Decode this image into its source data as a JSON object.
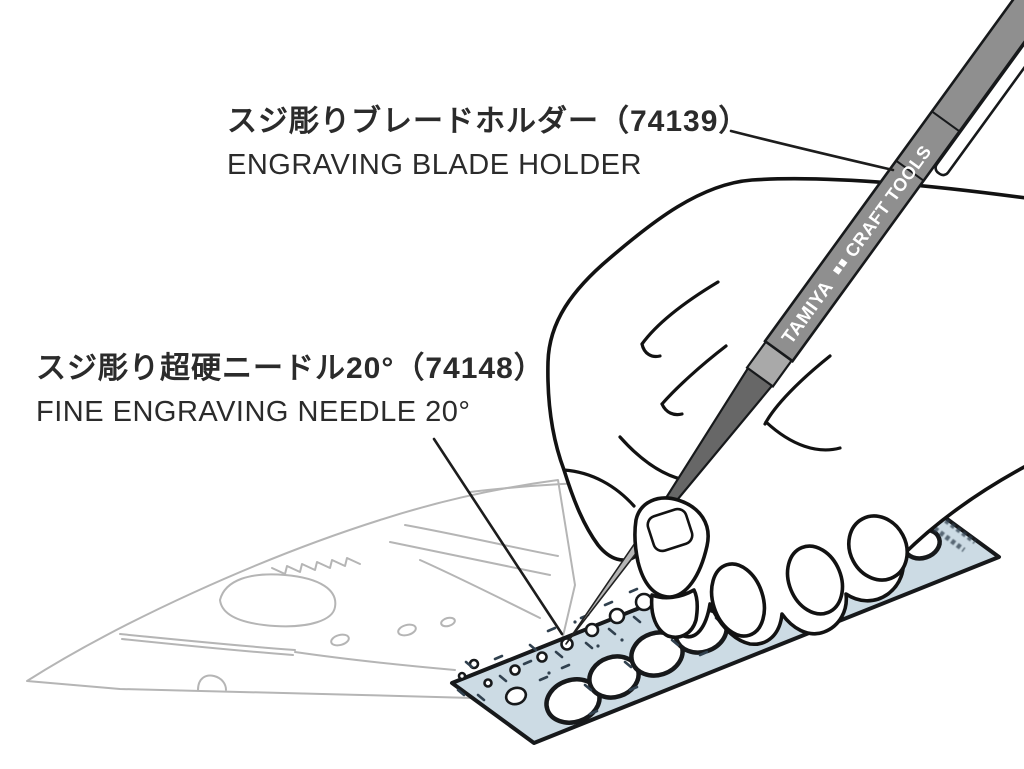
{
  "figure": {
    "type": "instruction-illustration",
    "callouts": [
      {
        "jp": "スジ彫りブレードホルダー（74139）",
        "en": "ENGRAVING BLADE HOLDER"
      },
      {
        "jp": "スジ彫り超硬ニードル20°（74148）",
        "en": "FINE ENGRAVING NEEDLE 20°"
      }
    ],
    "pen": {
      "brand": "TAMIYA",
      "product_line": "CRAFT TOOLS"
    },
    "colors": {
      "background": "#ffffff",
      "label_text": "#2b2b2b",
      "leader_line": "#1d1d1d",
      "hand_line": "#121212",
      "sketch_line": "#b5b5b5",
      "template_fill": "#ccdbe4",
      "template_line": "#17191b",
      "template_marks": "#31414f",
      "pen_barrel": "#8f8f8f",
      "pen_collar": "#a9a9a9",
      "pen_grip": "#676767",
      "pen_needle": "#b5b5b5"
    }
  }
}
